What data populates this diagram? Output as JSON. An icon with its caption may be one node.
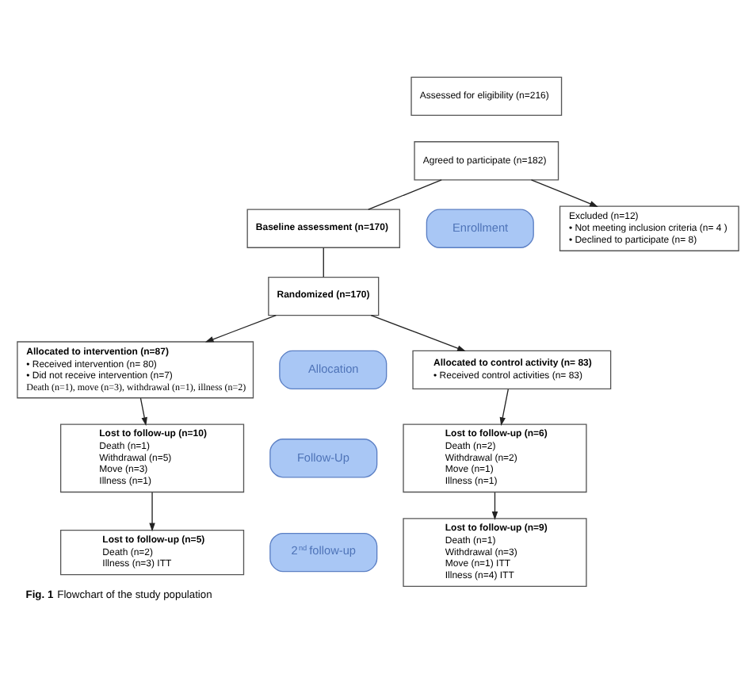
{
  "diagram": {
    "caption": "**Fig. 1** Flowchart of the study population",
    "nodes": [
      {
        "text": [
          "Assessed for eligibility (n=216)"
        ]
      },
      {
        "text": [
          "Agreed to participate (n=182)"
        ]
      },
      {
        "text": [
          "Enrollment"
        ]
      },
      {
        "text": [
          "Excluded (n=12)",
          "• Not meeting inclusion criteria (n= 4 )",
          "• Declined to participate (n= 8)"
        ]
      },
      {
        "text": [
          "Baseline assessment (n=170)"
        ]
      },
      {
        "text": [
          "Randomized (n=170)"
        ]
      },
      {
        "text": [
          "Allocation"
        ]
      },
      {
        "text": [
          "Allocated to intervention (n=87)",
          "• Received intervention (n= 80)",
          "• Did not receive intervention (n=7)",
          "Death (n=1), move (n=3), withdrawal (n=1), illness (n=2)"
        ]
      },
      {
        "text": [
          "Allocated to control activity (n= 83)",
          "• Received control activities (n= 83)"
        ]
      },
      {
        "text": [
          "Follow-Up"
        ]
      },
      {
        "text": [
          "Lost to follow-up (n=10)",
          "Death (n=1)",
          "Withdrawal (n=5)",
          "Move (n=3)",
          "Illness (n=1)"
        ]
      },
      {
        "text": [
          "Lost to follow-up (n=6)",
          "Death (n=2)",
          "Withdrawal (n=2)",
          "Move (n=1)",
          "Illness (n=1)"
        ]
      },
      {
        "text": [
          "2$^{nd}$ follow-up"
        ]
      },
      {
        "text": [
          "Lost to follow-up (n=5)",
          "Death (n=2)",
          "Illness (n=3) ITT"
        ]
      },
      {
        "text": [
          "Lost to follow-up (n=9)",
          "Death (n=1)",
          "Withdrawal (n=3)",
          "Move (n=1) ITT",
          "Illness (n=4) ITT"
        ]
      }
    ],
    "edges": [
      {
        "from": 1,
        "to": 4,
        "arrow": "none"
      },
      {
        "from": 1,
        "to": 3,
        "arrow": "to"
      },
      {
        "from": 4,
        "to": 5,
        "arrow": "none"
      },
      {
        "from": 5,
        "to": 7,
        "arrow": "to"
      },
      {
        "from": 5,
        "to": 8,
        "arrow": "to"
      },
      {
        "from": 7,
        "to": 10,
        "arrow": "to"
      },
      {
        "from": 8,
        "to": 11,
        "arrow": "to"
      },
      {
        "from": 10,
        "to": 13,
        "arrow": "to"
      },
      {
        "from": 11,
        "to": 14,
        "arrow": "to"
      }
    ]
  }
}
